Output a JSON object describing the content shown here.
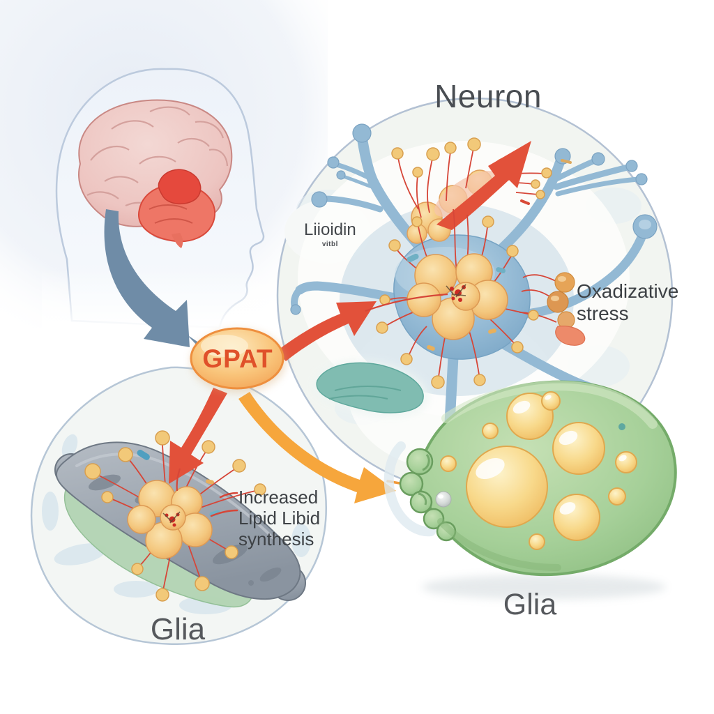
{
  "diagram": {
    "neuron_title": "Neuron",
    "glia_left_label": "Glia",
    "glia_right_label": "Glia",
    "gpat_label": "GPAT",
    "lipidin": {
      "line1": "Liioidin",
      "line2": "vitbl"
    },
    "oxidative_stress": {
      "line1": "Oxadizative",
      "line2": "stress"
    },
    "lipid_synthesis": {
      "line1": "Increased",
      "line2": "Lipid Libid",
      "line3": "synthesis"
    }
  },
  "colors": {
    "arrow_red": "#e2513a",
    "arrow_orange": "#f6a63c",
    "arrow_blue": "#6f8ca7",
    "gpat_border": "#ee8f3e",
    "gpat_text": "#e0512a",
    "neuron_blue": "#93b9d4",
    "neuron_blue_edge": "#76a3c3",
    "glia_green_border": "#74ab69",
    "lipid_yellow_edge": "#e0a84e",
    "bubble_border": "#b3c1d3",
    "squiggle_red": "#d64638",
    "brain_pink": "#edc5c1",
    "brain_red": "#e5493d",
    "text_dark": "#3f4347"
  }
}
